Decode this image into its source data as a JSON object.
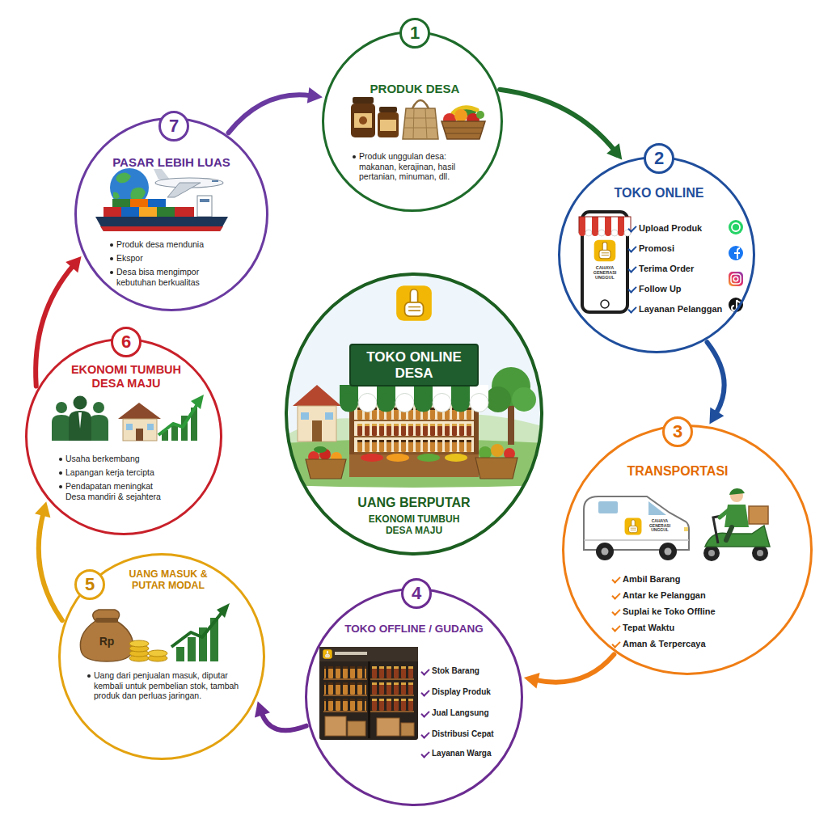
{
  "diagram": {
    "nodes": [
      {
        "text": [
          "1",
          "PRODUK DESA",
          "Produk unggulan desa: makanan, kerajinan, hasil pertanian, minuman, dll."
        ]
      },
      {
        "text": [
          "2",
          "TOKO ONLINE",
          "Upload Produk",
          "Promosi",
          "Terima Order",
          "Follow Up",
          "Layanan Pelanggan"
        ]
      },
      {
        "text": [
          "3",
          "TRANSPORTASI",
          "Ambil Barang",
          "Antar ke Pelanggan",
          "Suplai ke Toko Offline",
          "Tepat Waktu",
          "Aman & Terpercaya"
        ]
      },
      {
        "text": [
          "4",
          "TOKO OFFLINE / GUDANG",
          "Stok Barang",
          "Display Produk",
          "Jual Langsung",
          "Distribusi Cepat",
          "Layanan Warga"
        ]
      },
      {
        "text": [
          "5",
          "UANG MASUK & PUTAR MODAL",
          "Uang dari penjualan masuk, diputar kembali untuk pembelian stok, tambah produk dan perluas jaringan."
        ]
      },
      {
        "text": [
          "6",
          "EKONOMI TUMBUH DESA MAJU",
          "Usaha berkembang",
          "Lapangan kerja tercipta",
          "Pendapatan meningkat Desa mandiri & sejahtera"
        ]
      },
      {
        "text": [
          "7",
          "PASAR LEBIH LUAS",
          "Produk desa mendunia",
          "Ekspor",
          "Desa bisa mengimpor kebutuhan berkualitas"
        ]
      },
      {
        "text": [
          "UANG BERPUTAR",
          "EKONOMI TUMBUH DESA MAJU"
        ]
      },
      {
        "text": [
          "TOKO ONLINE DESA"
        ],
        "in": 7
      }
    ],
    "edges": [
      {
        "from": 0,
        "to": 1,
        "arrow": "to"
      },
      {
        "from": 1,
        "to": 2,
        "arrow": "to"
      },
      {
        "from": 2,
        "to": 3,
        "arrow": "to"
      },
      {
        "from": 3,
        "to": 4,
        "arrow": "to"
      },
      {
        "from": 4,
        "to": 5,
        "arrow": "to"
      },
      {
        "from": 5,
        "to": 6,
        "arrow": "to"
      },
      {
        "from": 6,
        "to": 0,
        "arrow": "to"
      }
    ],
    "labels": [
      "CAHAYA GENERASI UNGGUL",
      "CAHAYA GENERASI UNGGUL",
      "Rp"
    ]
  }
}
